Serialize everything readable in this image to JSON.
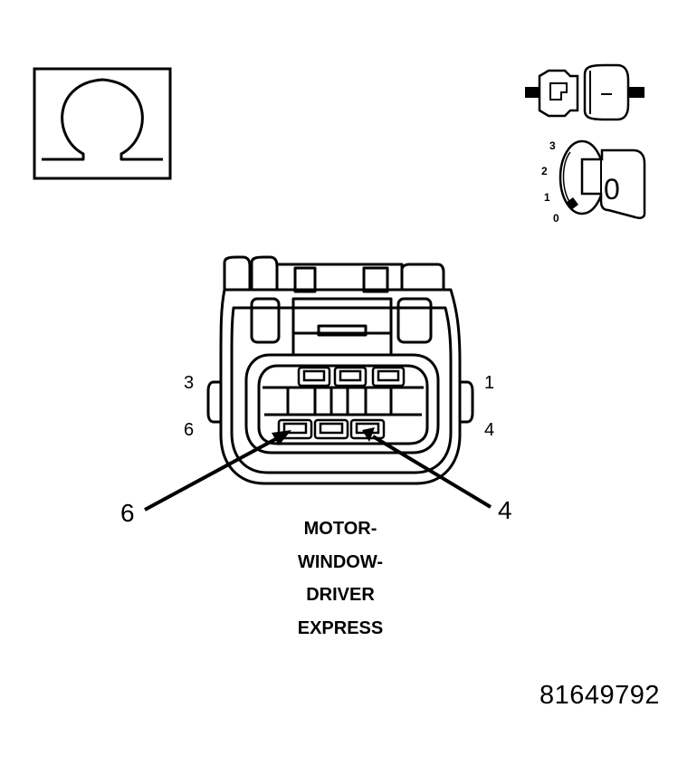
{
  "symbol": {
    "glyph": "Ω",
    "meaning": "ohmmeter"
  },
  "ignition": {
    "positions": [
      "3",
      "2",
      "1",
      "0"
    ],
    "key_label": "0"
  },
  "connector": {
    "pin_labels": {
      "p3": "3",
      "p1": "1",
      "p6": "6",
      "p4": "4"
    },
    "callouts": {
      "left": "6",
      "right": "4"
    }
  },
  "caption": {
    "lines": [
      "MOTOR-",
      "WINDOW-",
      "DRIVER",
      "EXPRESS"
    ]
  },
  "figure_id": "81649792"
}
